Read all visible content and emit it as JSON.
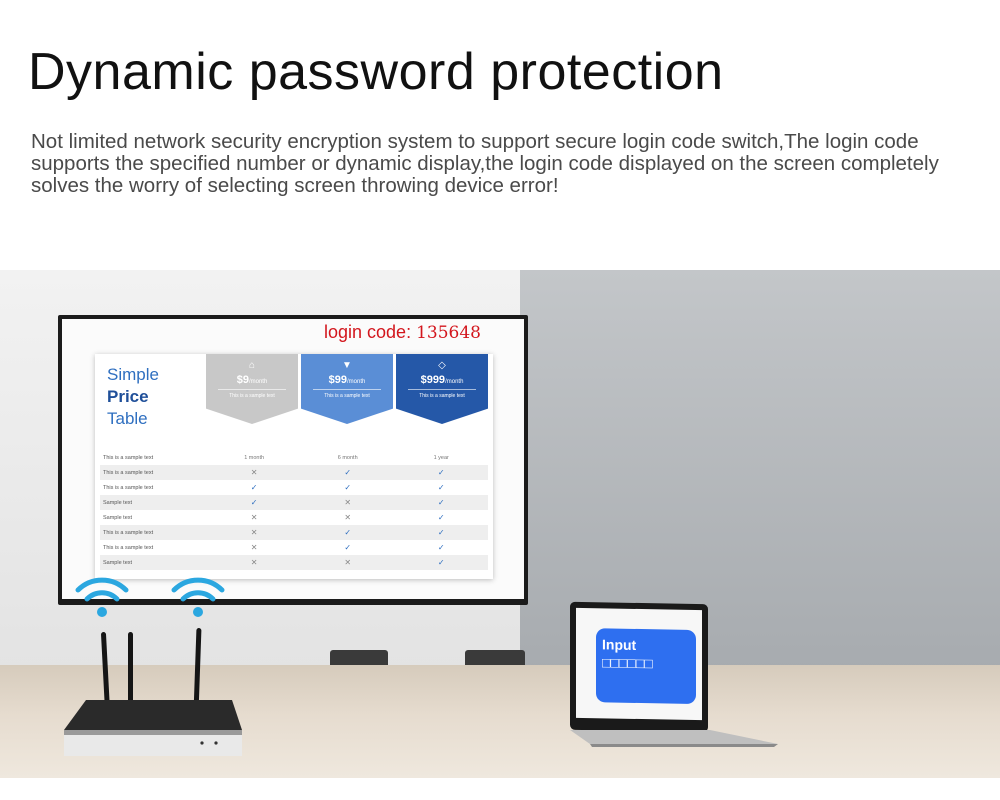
{
  "header": {
    "title": "Dynamic password protection",
    "description": "Not limited network security encryption system to support secure login code switch,The login code supports the specified number or dynamic display,the login code displayed on the screen completely solves the worry of selecting screen throwing device error!"
  },
  "tv": {
    "login_label": "login code:",
    "login_code": "135648"
  },
  "price_table": {
    "title_line1": "Simple",
    "title_line2": "Price",
    "title_line3": "Table",
    "plans": [
      {
        "icon": "home-icon",
        "price": "$9",
        "unit": "/month",
        "text": "This is a sample text"
      },
      {
        "icon": "trophy-icon",
        "price": "$99",
        "unit": "/month",
        "text": "This is a sample text"
      },
      {
        "icon": "diamond-icon",
        "price": "$999",
        "unit": "/month",
        "text": "This is a sample text"
      }
    ],
    "header_row": {
      "label": "This is a sample text",
      "c1": "1 month",
      "c2": "6 month",
      "c3": "1 year"
    },
    "rows": [
      {
        "label": "This is a sample text",
        "c1": "✕",
        "c2": "✓",
        "c3": "✓"
      },
      {
        "label": "This is a sample text",
        "c1": "✓",
        "c2": "✓",
        "c3": "✓"
      },
      {
        "label": "Sample text",
        "c1": "✓",
        "c2": "✕",
        "c3": "✓"
      },
      {
        "label": "Sample text",
        "c1": "✕",
        "c2": "✕",
        "c3": "✓"
      },
      {
        "label": "This is a sample text",
        "c1": "✕",
        "c2": "✓",
        "c3": "✓"
      },
      {
        "label": "This is a sample text",
        "c1": "✕",
        "c2": "✓",
        "c3": "✓"
      },
      {
        "label": "Sample text",
        "c1": "✕",
        "c2": "✕",
        "c3": "✓"
      }
    ]
  },
  "laptop": {
    "input_label": "Input",
    "input_boxes": "□□□□□□"
  },
  "colors": {
    "login_code": "#d3161d",
    "wifi": "#2ba7e0",
    "input_card": "#2e6ff0"
  }
}
